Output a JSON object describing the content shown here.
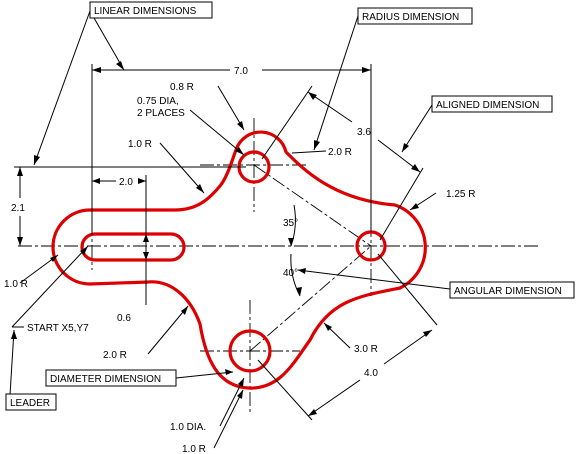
{
  "drawing": {
    "callouts": {
      "linear": "LINEAR DIMENSIONS",
      "radius": "RADIUS DIMENSION",
      "aligned": "ALIGNED DIMENSION",
      "angular": "ANGULAR DIMENSION",
      "diameter": "DIAMETER DIMENSION",
      "leader": "LEADER"
    },
    "dimensions": {
      "overall_width": "7.0",
      "left_slot_width": "2.0",
      "height": "2.1",
      "aligned_upper": "3.6",
      "aligned_lower": "4.0",
      "small_hole_radius": "0.8 R",
      "hole_dia_line1": "0.75 DIA,",
      "hole_dia_line2": "2 PLACES",
      "upper_arc_radius": "2.0 R",
      "left_top_arc_radius": "1.0 R",
      "right_boss_radius": "1.25 R",
      "angle_upper": "35°",
      "angle_lower": "40°",
      "left_end_radius": "1.0 R",
      "slot_width": "0.6",
      "start_label": "START X5,Y7",
      "lower_arc_radius": "2.0 R",
      "right_lower_arc_radius": "3.0 R",
      "bottom_hole_dia": "1.0 DIA.",
      "bottom_boss_radius": "1.0 R"
    }
  }
}
